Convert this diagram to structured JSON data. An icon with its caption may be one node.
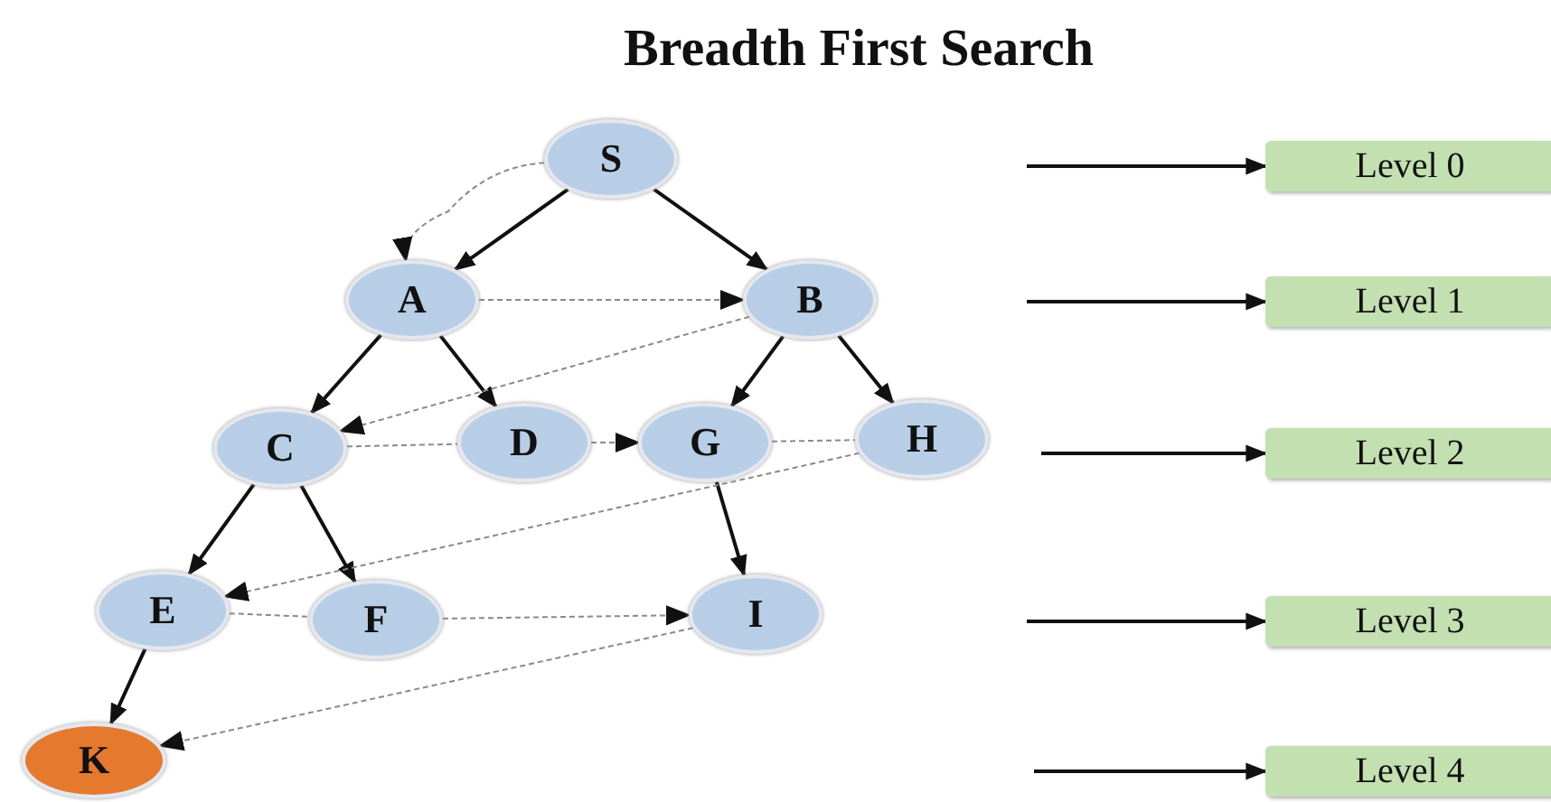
{
  "diagram": {
    "title": "Breadth First Search",
    "nodes": [
      {
        "text": [
          "S"
        ]
      },
      {
        "text": [
          "A"
        ]
      },
      {
        "text": [
          "B"
        ]
      },
      {
        "text": [
          "C"
        ]
      },
      {
        "text": [
          "D"
        ]
      },
      {
        "text": [
          "G"
        ]
      },
      {
        "text": [
          "H"
        ]
      },
      {
        "text": [
          "E"
        ]
      },
      {
        "text": [
          "F"
        ]
      },
      {
        "text": [
          "I"
        ]
      },
      {
        "text": [
          "K"
        ]
      },
      {
        "text": [
          "Level 0"
        ]
      },
      {
        "text": [
          "Level 1"
        ]
      },
      {
        "text": [
          "Level 2"
        ]
      },
      {
        "text": [
          "Level 3"
        ]
      },
      {
        "text": [
          "Level 4"
        ]
      }
    ],
    "edges": [
      {
        "from": 0,
        "to": 1,
        "arrow": "to"
      },
      {
        "from": 0,
        "to": 2,
        "arrow": "to"
      },
      {
        "from": 1,
        "to": 3,
        "arrow": "to"
      },
      {
        "from": 1,
        "to": 4,
        "arrow": "to"
      },
      {
        "from": 2,
        "to": 5,
        "arrow": "to"
      },
      {
        "from": 2,
        "to": 6,
        "arrow": "to"
      },
      {
        "from": 3,
        "to": 7,
        "arrow": "to"
      },
      {
        "from": 3,
        "to": 8,
        "arrow": "to"
      },
      {
        "from": 5,
        "to": 9,
        "arrow": "to"
      },
      {
        "from": 7,
        "to": 10,
        "arrow": "to"
      },
      {
        "from": 0,
        "to": 1,
        "arrow": "to",
        "style": "dashed",
        "color": "#8a8a8a"
      },
      {
        "from": 1,
        "to": 2,
        "arrow": "to",
        "style": "dashed",
        "color": "#8a8a8a"
      },
      {
        "from": 2,
        "to": 3,
        "arrow": "to",
        "style": "dashed",
        "color": "#8a8a8a"
      },
      {
        "from": 3,
        "to": 4,
        "arrow": "none",
        "style": "dashed",
        "color": "#8a8a8a"
      },
      {
        "from": 4,
        "to": 5,
        "arrow": "to",
        "style": "dashed",
        "color": "#8a8a8a"
      },
      {
        "from": 5,
        "to": 6,
        "arrow": "none",
        "style": "dashed",
        "color": "#8a8a8a"
      },
      {
        "from": 6,
        "to": 7,
        "arrow": "to",
        "style": "dashed",
        "color": "#8a8a8a"
      },
      {
        "from": 7,
        "to": 8,
        "arrow": "none",
        "style": "dashed",
        "color": "#8a8a8a"
      },
      {
        "from": 8,
        "to": 9,
        "arrow": "to",
        "style": "dashed",
        "color": "#8a8a8a"
      },
      {
        "from": 9,
        "to": 10,
        "arrow": "to",
        "style": "dashed",
        "color": "#8a8a8a"
      },
      {
        "from": null,
        "to": 11,
        "arrow": "to"
      },
      {
        "from": null,
        "to": 12,
        "arrow": "to"
      },
      {
        "from": null,
        "to": 13,
        "arrow": "to"
      },
      {
        "from": null,
        "to": 14,
        "arrow": "to"
      },
      {
        "from": null,
        "to": 15,
        "arrow": "to"
      }
    ]
  }
}
